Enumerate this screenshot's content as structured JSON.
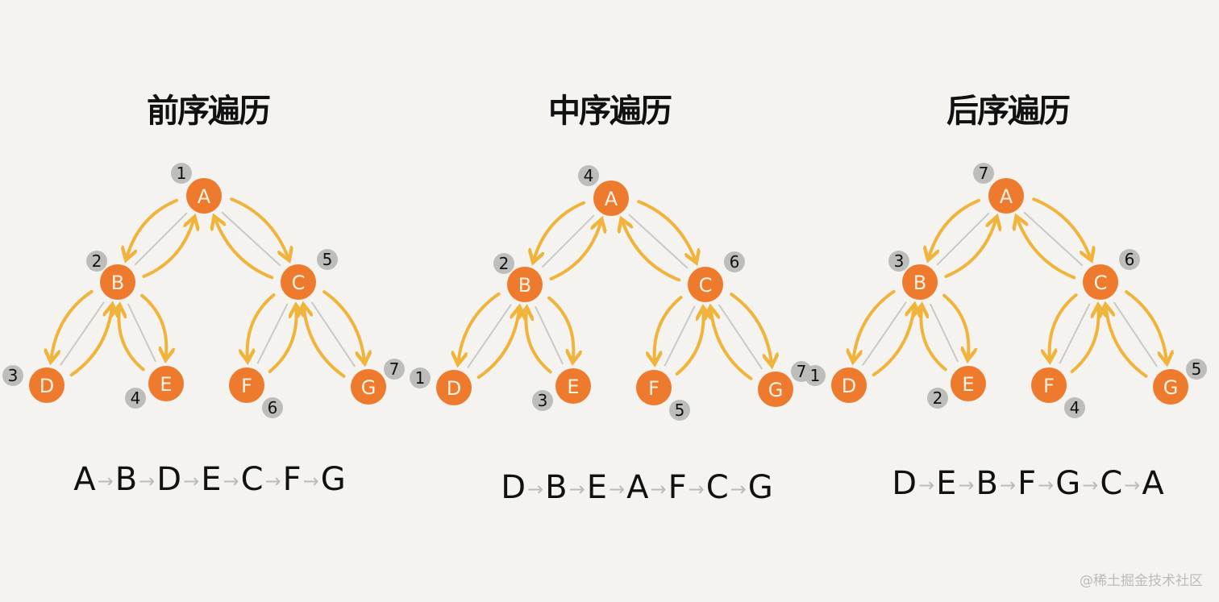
{
  "panels": [
    {
      "title": "前序遍历",
      "order": {
        "A": "1",
        "B": "2",
        "D": "3",
        "E": "4",
        "C": "5",
        "F": "6",
        "G": "7"
      },
      "sequence": [
        "A",
        "B",
        "D",
        "E",
        "C",
        "F",
        "G"
      ]
    },
    {
      "title": "中序遍历",
      "order": {
        "D": "1",
        "B": "2",
        "E": "3",
        "A": "4",
        "F": "5",
        "C": "6",
        "G": "7"
      },
      "sequence": [
        "D",
        "B",
        "E",
        "A",
        "F",
        "C",
        "G"
      ]
    },
    {
      "title": "后序遍历",
      "order": {
        "D": "1",
        "E": "2",
        "B": "3",
        "F": "4",
        "G": "5",
        "C": "6",
        "A": "7"
      },
      "sequence": [
        "D",
        "E",
        "B",
        "F",
        "G",
        "C",
        "A"
      ]
    }
  ],
  "tree": {
    "nodes": [
      "A",
      "B",
      "C",
      "D",
      "E",
      "F",
      "G"
    ],
    "edges": [
      [
        "A",
        "B"
      ],
      [
        "A",
        "C"
      ],
      [
        "B",
        "D"
      ],
      [
        "B",
        "E"
      ],
      [
        "C",
        "F"
      ],
      [
        "C",
        "G"
      ]
    ]
  },
  "colors": {
    "node": "#ee7a2e",
    "arrow": "#f0b43c",
    "edge": "#c9c9c9",
    "badge": "#bdbdbb",
    "background": "#f4f3ef"
  },
  "watermark": "@稀土掘金技术社区"
}
